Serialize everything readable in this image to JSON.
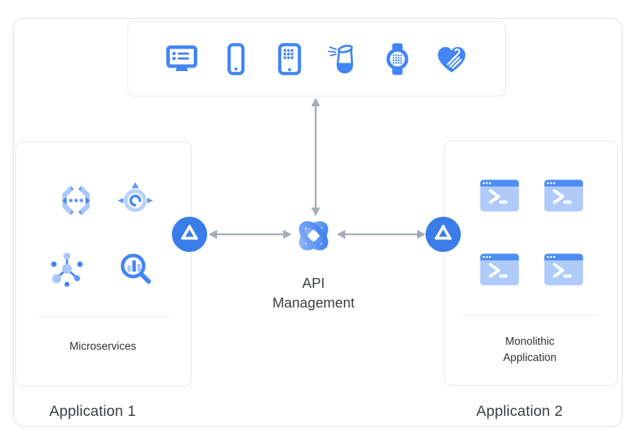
{
  "colors": {
    "accent_blue": "#4285F4",
    "light_blue": "#AECBFA",
    "medium_blue": "#669DF6",
    "gateway_blue": "#3B7DE8",
    "arrow_gray": "#A4ADB5",
    "text_dark": "#3C4043",
    "panel_border": "#E3E6EA",
    "outer_border": "#ECECEC"
  },
  "devices_panel": {
    "icons": [
      "desktop-display-icon",
      "smartphone-icon",
      "tablet-icon",
      "smart-speaker-icon",
      "smartwatch-icon",
      "heart-hand-icon"
    ]
  },
  "center": {
    "logo": "api-management-knot-logo",
    "label_line1": "API",
    "label_line2": "Management"
  },
  "gateways": [
    "api-gateway-icon-left",
    "api-gateway-icon-right"
  ],
  "app1": {
    "caption": "Application 1",
    "panel_label": "Microservices",
    "icons": [
      "code-brackets-icon",
      "service-core-icon",
      "service-network-icon",
      "search-analytics-icon"
    ]
  },
  "app2": {
    "caption": "Application 2",
    "panel_label_line1": "Monolithic",
    "panel_label_line2": "Application",
    "icons": [
      "terminal-window-icon",
      "terminal-window-icon",
      "terminal-window-icon",
      "terminal-window-icon"
    ]
  }
}
